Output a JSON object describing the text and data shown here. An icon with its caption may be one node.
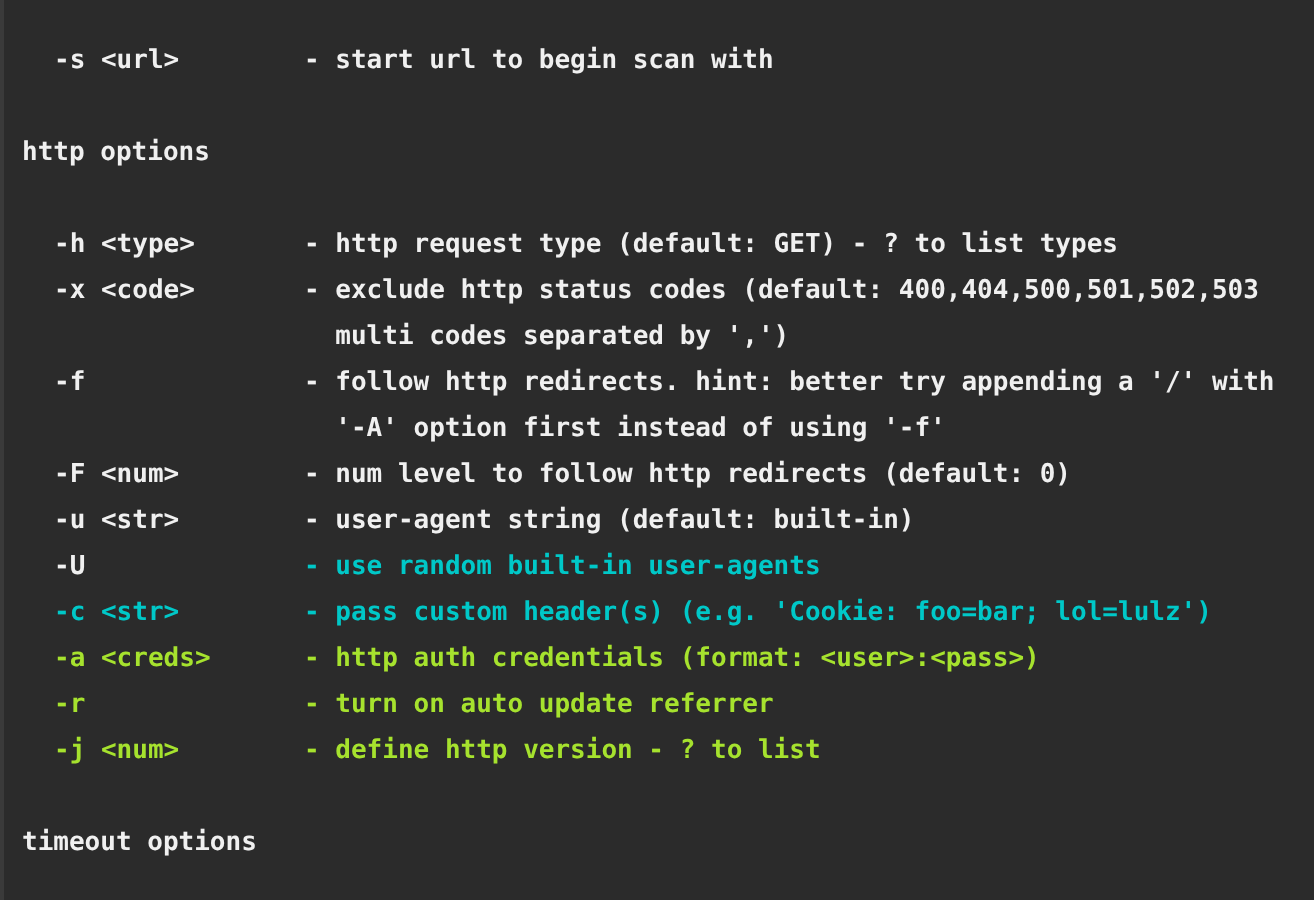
{
  "diagram": {
    "labels": [
      "-s <url>",
      "- start url to begin scan with",
      "http options",
      "-h <type>",
      "- http request type (default: GET) - ? to list types",
      "-x <code>",
      "- exclude http status codes (default: 400,404,500,501,502,503 multi codes separated by ',')",
      "-f",
      "- follow http redirects. hint: better try appending a '/' with '-A' option first instead of using '-f'",
      "-F <num>",
      "- num level to follow http redirects (default: 0)",
      "-u <str>",
      "- user-agent string (default: built-in)",
      "-U",
      "- use random built-in user-agents",
      "-c <str>",
      "- pass custom header(s) (e.g. 'Cookie: foo=bar; lol=lulz')",
      "-a <creds>",
      "- http auth credentials (format: <user>:<pass>)",
      "-r",
      "- turn on auto update referrer",
      "-j <num>",
      "- define http version - ? to list",
      "timeout options"
    ]
  }
}
